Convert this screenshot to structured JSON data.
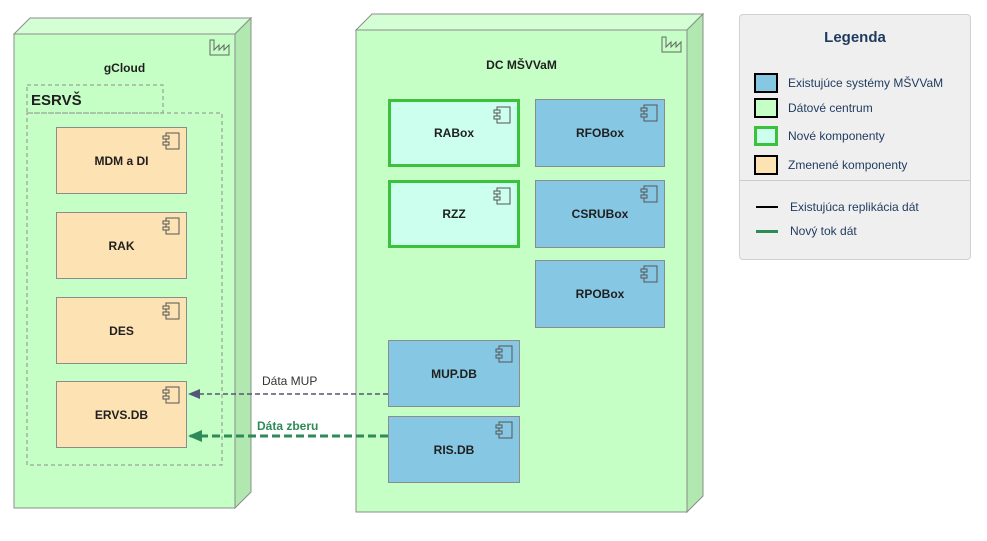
{
  "nodes": {
    "gcloud": {
      "title": "gCloud"
    },
    "dc": {
      "title": "DC MŠVVaM"
    },
    "esrvs": {
      "title": "ESRVŠ"
    }
  },
  "components": {
    "mdm": "MDM a DI",
    "rak": "RAK",
    "des": "DES",
    "ervs": "ERVS.DB",
    "rabox": "RABox",
    "rfobox": "RFOBox",
    "rzz": "RZZ",
    "csrubox": "CSRUBox",
    "rpobox": "RPOBox",
    "mupdb": "MUP.DB",
    "risdb": "RIS.DB"
  },
  "flows": {
    "mup": "Dáta MUP",
    "zber": "Dáta zberu"
  },
  "legend": {
    "title": "Legenda",
    "items": [
      {
        "label": "Existujúce systémy MŠVVaM",
        "color": "#86c7e3"
      },
      {
        "label": "Dátové centrum",
        "color": "#c6ffc6"
      },
      {
        "label": "Nové komponenty",
        "color": "#ccffee"
      },
      {
        "label": "Zmenené komponenty",
        "color": "#fde2b4"
      }
    ],
    "lines": [
      {
        "label": "Existujúca replikácia dát",
        "color": "#000000"
      },
      {
        "label": "Nový tok dát",
        "color": "#2e8b57"
      }
    ]
  },
  "colors": {
    "node_fill": "#c6ffc6",
    "node_stroke": "#8c8c8c",
    "existing_flow": "#555577",
    "new_flow": "#2e8b57"
  }
}
